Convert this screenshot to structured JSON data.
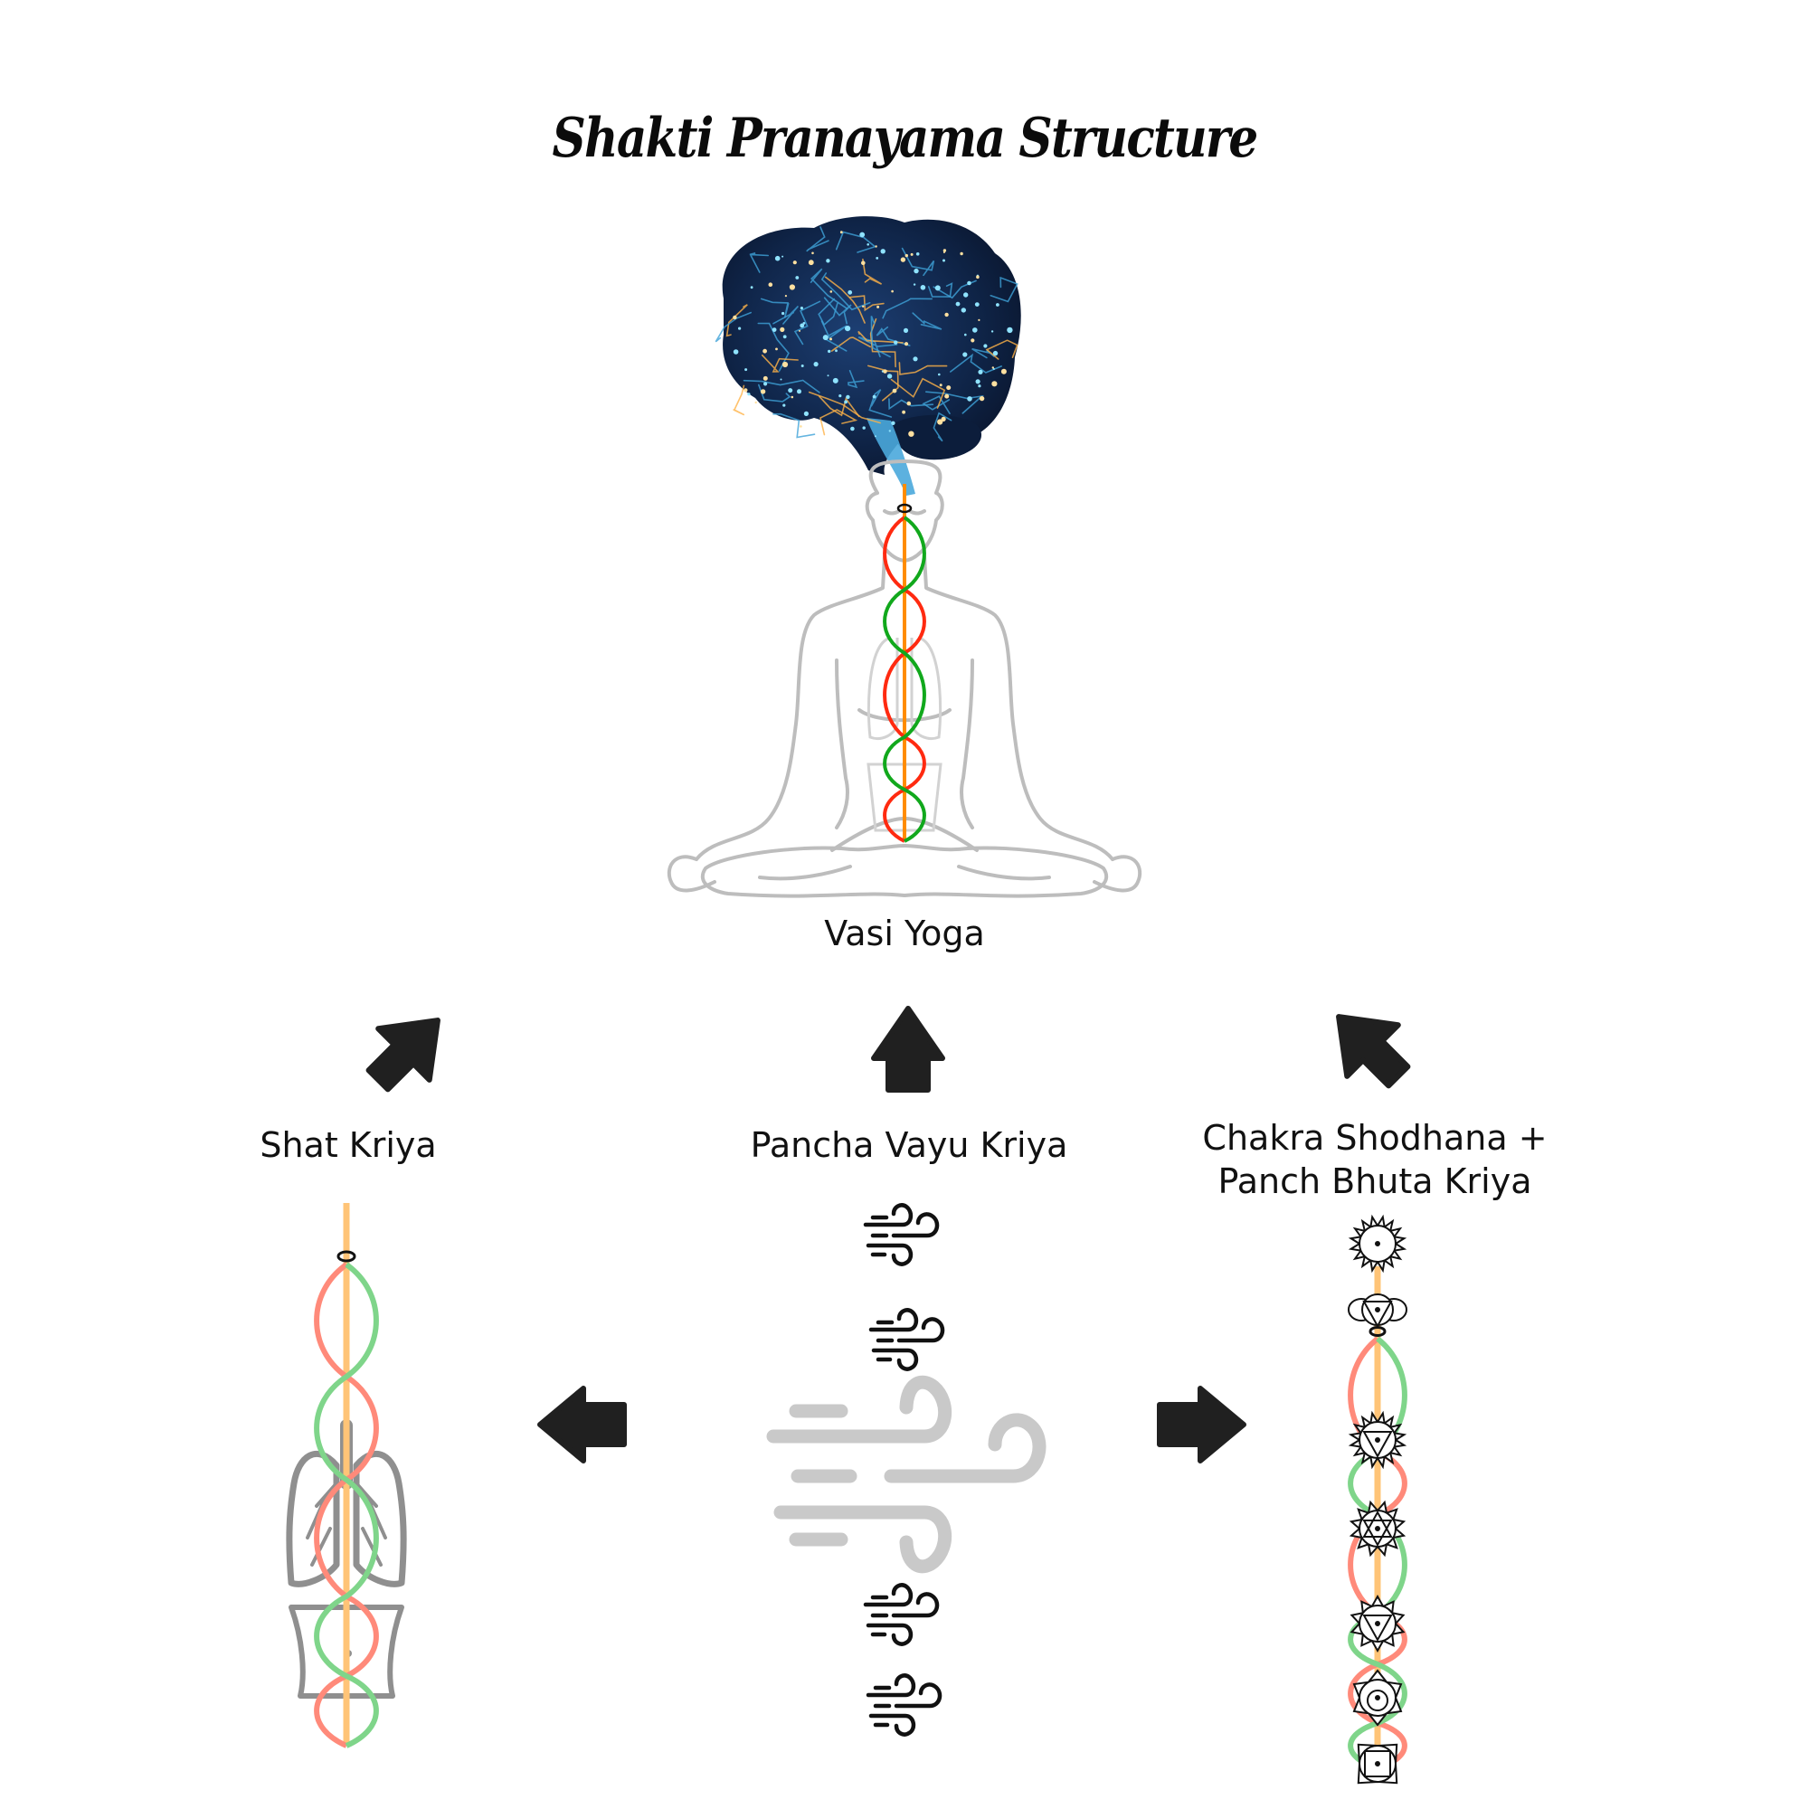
{
  "title": "Shakti Pranayama Structure",
  "nodes": {
    "vasi_yoga": {
      "label": "Vasi Yoga",
      "icon": "meditating-figure-with-brain"
    },
    "shat_kriya": {
      "label": "Shat Kriya",
      "icon": "nadi-lungs-abdomen"
    },
    "pancha_vayu_kriya": {
      "label": "Pancha Vayu Kriya",
      "icon": "wind-icon"
    },
    "chakra_panch_bhuta": {
      "label_line1": "Chakra Shodhana +",
      "label_line2": "Panch Bhuta Kriya",
      "icon": "chakra-column"
    }
  },
  "arrows": [
    {
      "from": "shat_kriya",
      "to": "vasi_yoga",
      "direction": "up-right"
    },
    {
      "from": "pancha_vayu_kriya",
      "to": "vasi_yoga",
      "direction": "up"
    },
    {
      "from": "chakra_panch_bhuta",
      "to": "vasi_yoga",
      "direction": "up-left"
    },
    {
      "from": "pancha_vayu_kriya",
      "to": "shat_kriya",
      "direction": "left"
    },
    {
      "from": "pancha_vayu_kriya",
      "to": "chakra_panch_bhuta",
      "direction": "right"
    }
  ],
  "small_wind_icon_count": 4,
  "chakras": [
    "crown",
    "third-eye",
    "throat",
    "heart",
    "solar-plexus",
    "sacral",
    "root"
  ],
  "colors": {
    "ida": "#ff2a10",
    "pingala": "#11a81c",
    "sushumna": "#ff8c00",
    "ida_faded": "#ff8a7a",
    "pingala_faded": "#7fd58a",
    "sushumna_faded": "#ffc477",
    "arrow": "#202020",
    "outline": "#bdbdbd",
    "organ": "#8a8a8a",
    "big_wind": "#c9c9c9",
    "brain_bg": "#0f2447",
    "brain_lines": "#3fa3d8",
    "brain_nodes": "#ffb347"
  }
}
